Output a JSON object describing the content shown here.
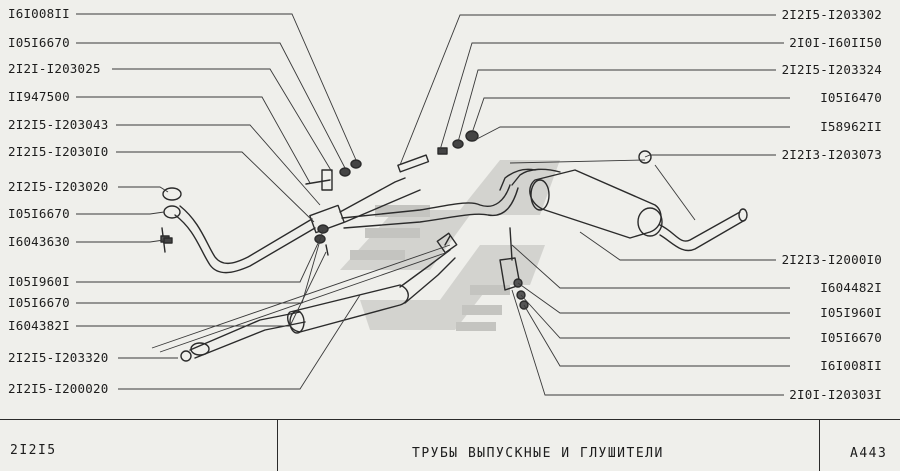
{
  "labels_left": [
    "I6I008II",
    "I05I6670",
    "2I2I-I203025",
    "II947500",
    "2I2I5-I203043",
    "2I2I5-I2030I0",
    "2I2I5-I203020",
    "I05I6670",
    "I6043630",
    "I05I960I",
    "I05I6670",
    "I604382I",
    "2I2I5-I203320",
    "2I2I5-I200020"
  ],
  "labels_right": [
    "2I2I5-I203302",
    "2I0I-I60II50",
    "2I2I5-I203324",
    "I05I6470",
    "I58962II",
    "2I2I3-I203073",
    "2I2I3-I2000I0",
    "I604482I",
    "I05I960I",
    "I05I6670",
    "I6I008II",
    "2I0I-I20303I"
  ],
  "footer": {
    "model": "2I2I5",
    "title": "ТРУБЫ  ВЫПУСКНЫЕ  И  ГЛУШИТЕЛИ",
    "code": "A443"
  }
}
